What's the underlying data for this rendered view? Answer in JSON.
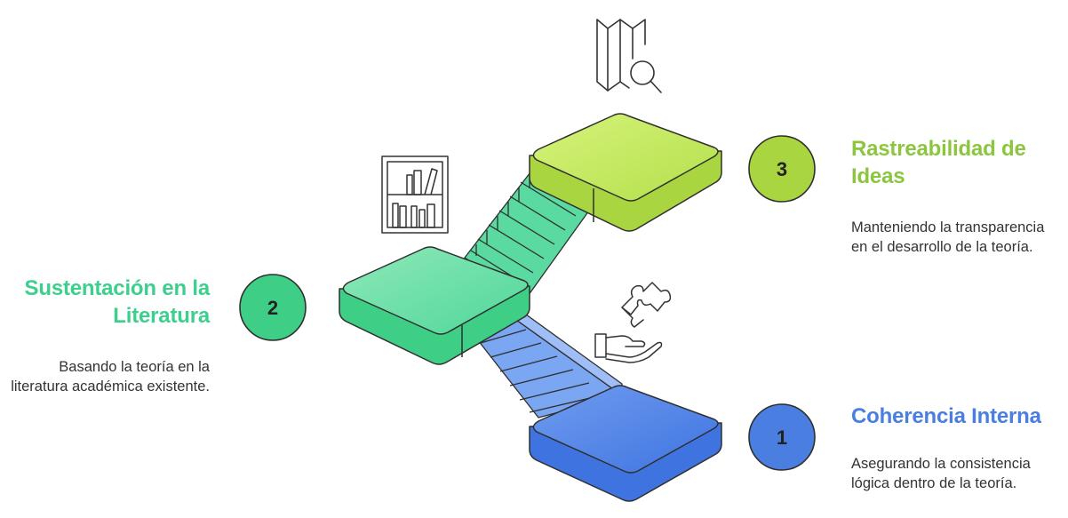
{
  "steps": [
    {
      "number": "1",
      "title": "Coherencia Interna",
      "description": "Asegurando la consistencia lógica dentro de la teoría.",
      "color": "#4a7ee0",
      "icon": "hand-puzzle-icon"
    },
    {
      "number": "2",
      "title": "Sustentación en la Literatura",
      "description": "Basando la teoría en la literatura académica existente.",
      "color": "#3ccf8e",
      "icon": "bookshelf-icon"
    },
    {
      "number": "3",
      "title": "Rastreabilidad de Ideas",
      "description": "Manteniendo la transparencia en el desarrollo de la teoría.",
      "color": "#8cc63f",
      "icon": "map-search-icon"
    }
  ]
}
